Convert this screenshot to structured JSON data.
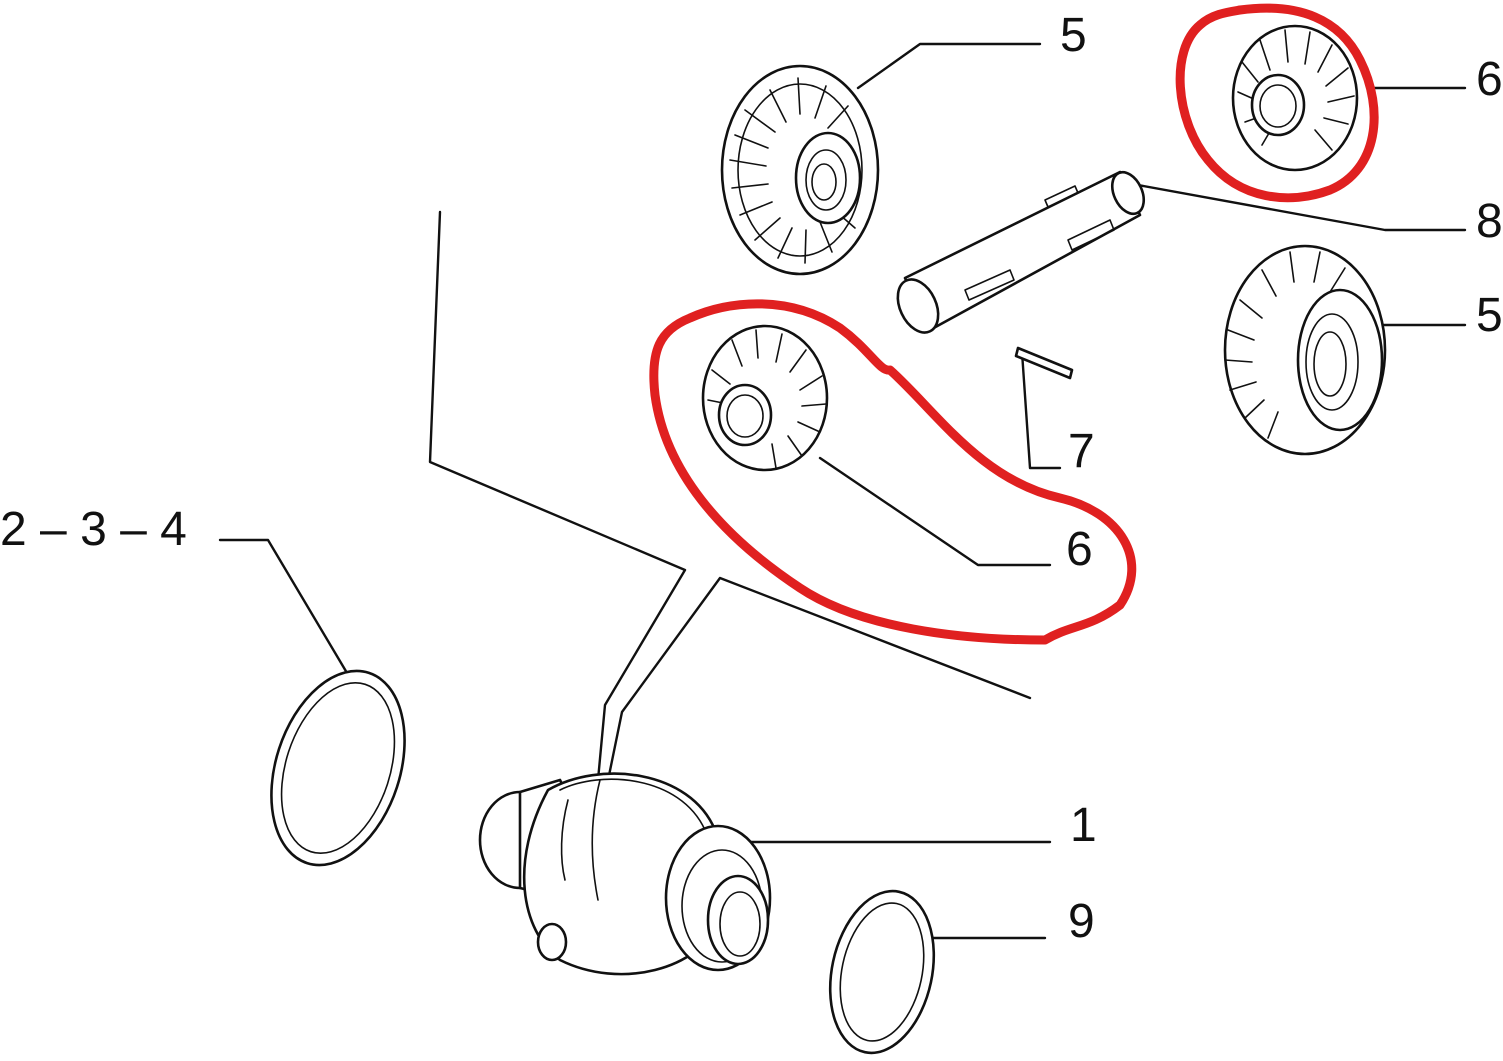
{
  "diagram": {
    "labels": {
      "part_1": "1",
      "parts_2_3_4": "2 – 3 – 4",
      "part_5_top": "5",
      "part_5_right": "5",
      "part_6_top": "6",
      "part_6_middle": "6",
      "part_7": "7",
      "part_8": "8",
      "part_9": "9"
    },
    "highlight_color": "#e02020",
    "line_color": "#111111",
    "background": "#ffffff"
  }
}
